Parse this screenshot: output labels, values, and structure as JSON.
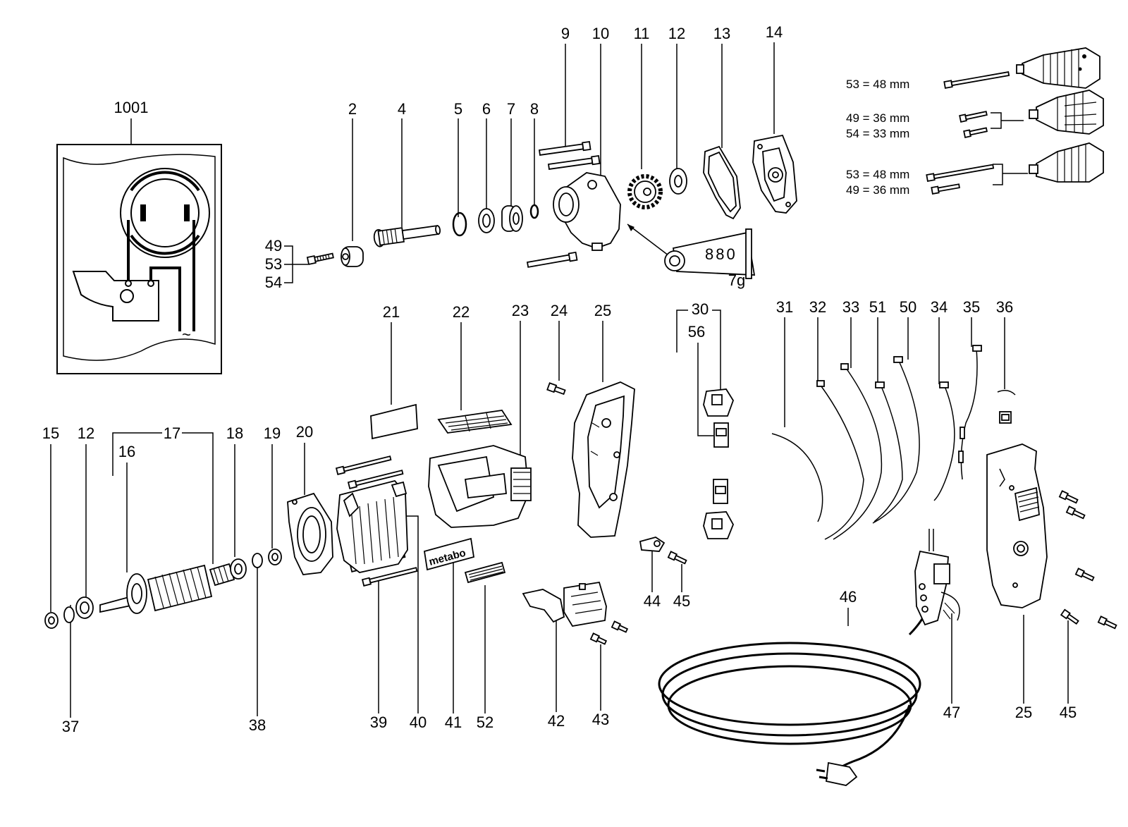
{
  "diagram": {
    "part_numbers": {
      "p1001": "1001",
      "p2": "2",
      "p4": "4",
      "p5": "5",
      "p6": "6",
      "p7": "7",
      "p8": "8",
      "p9": "9",
      "p10": "10",
      "p11": "11",
      "p12_top": "12",
      "p13": "13",
      "p14": "14",
      "p49_left": "49",
      "p53_left": "53",
      "p54_left": "54",
      "p21": "21",
      "p22": "22",
      "p23": "23",
      "p24": "24",
      "p25_top": "25",
      "p30": "30",
      "p56": "56",
      "p31": "31",
      "p32": "32",
      "p33": "33",
      "p51": "51",
      "p50": "50",
      "p34": "34",
      "p35": "35",
      "p36": "36",
      "p15": "15",
      "p12_bottom": "12",
      "p17": "17",
      "p16": "16",
      "p18": "18",
      "p19": "19",
      "p20": "20",
      "p37": "37",
      "p38": "38",
      "p39": "39",
      "p40": "40",
      "p41": "41",
      "p52": "52",
      "p42": "42",
      "p43": "43",
      "p44": "44",
      "p45_mid": "45",
      "p46": "46",
      "p47": "47",
      "p25_bottom": "25",
      "p45_bottom": "45"
    },
    "grease_tube": {
      "label": "880",
      "weight": "7g"
    },
    "logo_text": "metabo",
    "screw_notes": {
      "n1": "53 = 48 mm",
      "n2": "49 = 36 mm",
      "n3": "54 = 33 mm",
      "n4": "53 = 48 mm",
      "n5": "49 = 36 mm"
    },
    "symbol_ac": "~"
  }
}
